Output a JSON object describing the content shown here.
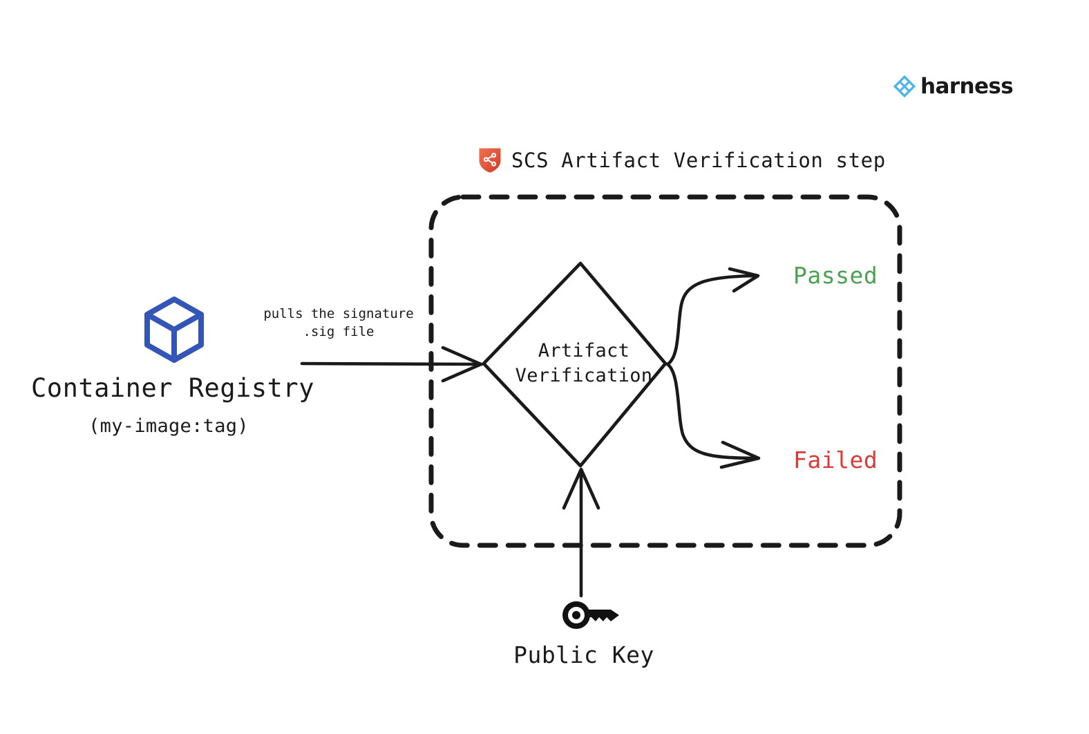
{
  "brand": {
    "logo_name": "harness-logo",
    "wordmark": "harness",
    "mark_color": "#4db5e8",
    "wordmark_color": "#191919"
  },
  "step": {
    "icon_name": "scs-shield-icon",
    "icon_color": "#e0553c",
    "title": "SCS Artifact Verification step",
    "boundary_style": "dashed"
  },
  "source": {
    "icon_name": "container-cube-icon",
    "icon_color": "#3455b8",
    "label": "Container Registry",
    "sublabel": "(my-image:tag)"
  },
  "edges": {
    "pull_annotation_line1": "pulls the signature",
    "pull_annotation_line2": ".sig file"
  },
  "decision": {
    "label_line1": "Artifact",
    "label_line2": "Verification",
    "shape": "diamond"
  },
  "outcomes": [
    {
      "label": "Passed",
      "color": "#49a251",
      "name": "outcome-passed"
    },
    {
      "label": "Failed",
      "color": "#d83a35",
      "name": "outcome-failed"
    }
  ],
  "input": {
    "icon_name": "key-icon",
    "icon_color": "#111111",
    "label": "Public Key"
  },
  "colors": {
    "stroke": "#1a1a1a",
    "background": "#ffffff"
  }
}
